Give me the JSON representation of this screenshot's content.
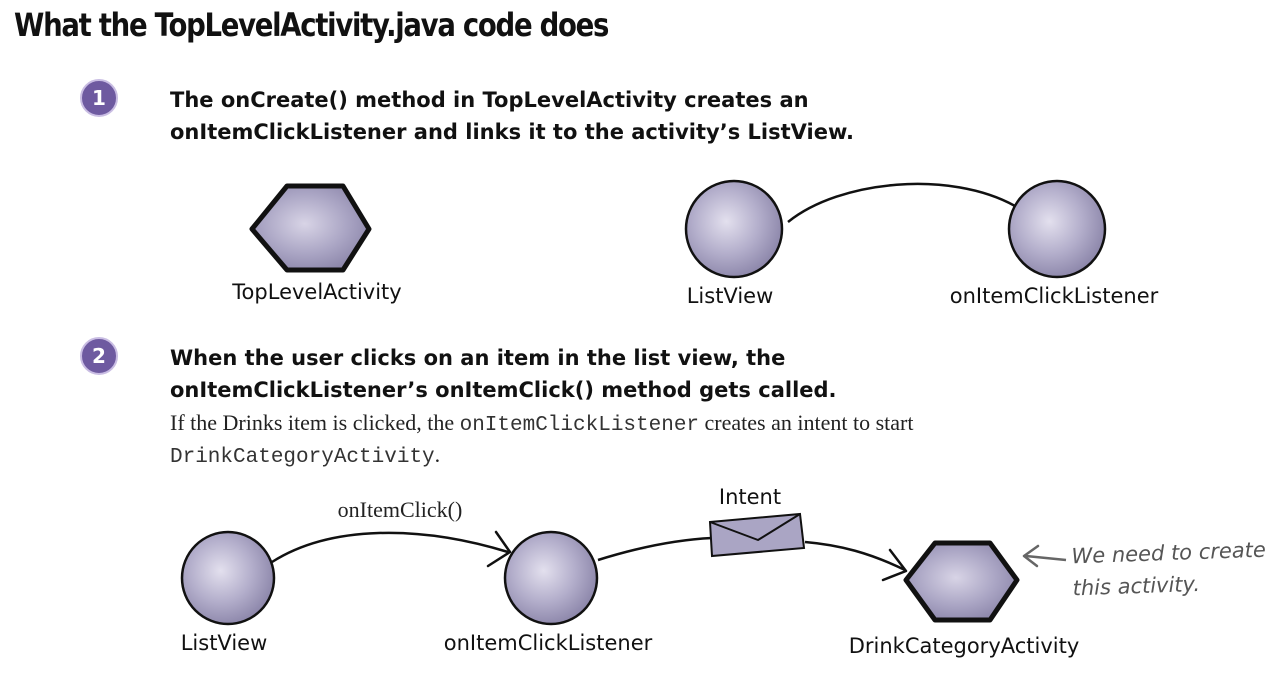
{
  "title": "What the TopLevelActivity.java code does",
  "step1": {
    "number": "1",
    "line1": "The onCreate() method in TopLevelActivity creates an",
    "line2": "onItemClickListener and links it to the activity’s ListView."
  },
  "step2": {
    "number": "2",
    "line1": "When the user clicks on an item in the list view, the",
    "line2": "onItemClickListener’s onItemClick() method gets called.",
    "desc_part1": "If the Drinks item is clicked, the ",
    "desc_code1": "onItemClickListener",
    "desc_part2": " creates an intent to start",
    "desc_code2": "DrinkCategoryActivity",
    "desc_end": "."
  },
  "diagram1": {
    "activity_label": "TopLevelActivity",
    "listview_label": "ListView",
    "listener_label": "onItemClickListener"
  },
  "diagram2": {
    "listview_label": "ListView",
    "listener_label": "onItemClickListener",
    "target_label": "DrinkCategoryActivity",
    "call_label": "onItemClick()",
    "intent_label": "Intent",
    "note_line1": "We need to create",
    "note_line2": "this activity."
  },
  "colors": {
    "node_fill": "#b3aecb",
    "node_light": "#e3e0ee",
    "badge": "#6e5aa0"
  }
}
